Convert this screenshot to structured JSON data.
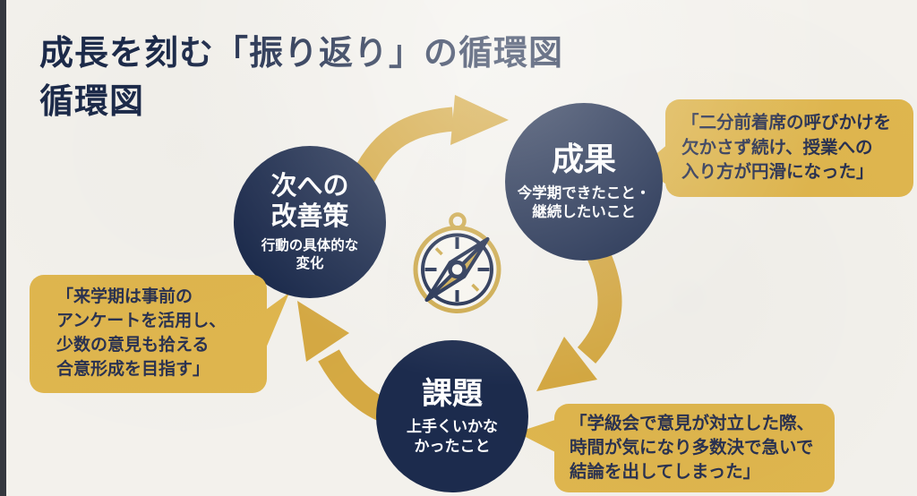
{
  "title": {
    "text": "成長を刻む「振り返り」の循環図\n循環図"
  },
  "cycle": {
    "nodes": [
      {
        "id": "seika",
        "heading": "成果",
        "subtext": "今学期できたこと・\n継続したいこと"
      },
      {
        "id": "kadai",
        "heading": "課題",
        "subtext": "上手くいかな\nかったこと"
      },
      {
        "id": "kaizen",
        "heading": "次への\n改善策",
        "subtext": "行動の具体的な\n変化"
      }
    ],
    "callouts": [
      {
        "for": "seika",
        "text": "「二分前着席の呼びかけを\n欠かさず続け、授業への\n入り方が円滑になった」"
      },
      {
        "for": "kadai",
        "text": "「学級会で意見が対立した際、\n時間が気になり多数決で急いで\n結論を出してしまった」"
      },
      {
        "for": "kaizen",
        "text": "「来学期は事前の\nアンケートを活用し、\n少数の意見も拾える\n合意形成を目指す」"
      }
    ],
    "arrows": [
      {
        "from": "kaizen",
        "to": "seika"
      },
      {
        "from": "seika",
        "to": "kadai"
      },
      {
        "from": "kadai",
        "to": "kaizen"
      }
    ],
    "center_icon": "compass-icon"
  },
  "colors": {
    "navy": "#1c2b4d",
    "gold_arrow": "#d5a943",
    "gold_callout": "#dfb64e",
    "background": "#f3f1ec",
    "text_light": "#ffffff",
    "text_callout": "#2a3251"
  }
}
